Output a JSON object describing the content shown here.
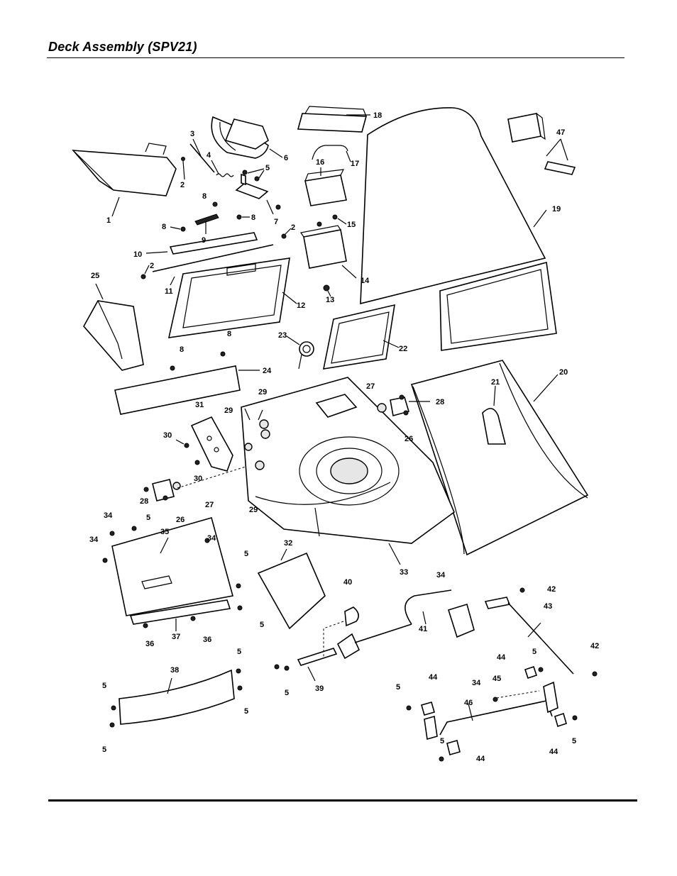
{
  "header": {
    "title": "Deck Assembly (SPV21)"
  },
  "diagram": {
    "labels": [
      {
        "id": "l1",
        "text": "1"
      },
      {
        "id": "l2a",
        "text": "2"
      },
      {
        "id": "l3",
        "text": "3"
      },
      {
        "id": "l4",
        "text": "4"
      },
      {
        "id": "l5a",
        "text": "5"
      },
      {
        "id": "l6",
        "text": "6"
      },
      {
        "id": "l7",
        "text": "7"
      },
      {
        "id": "l8a",
        "text": "8"
      },
      {
        "id": "l8b",
        "text": "8"
      },
      {
        "id": "l8c",
        "text": "8"
      },
      {
        "id": "l9",
        "text": "9"
      },
      {
        "id": "l2b",
        "text": "2"
      },
      {
        "id": "l10",
        "text": "10"
      },
      {
        "id": "l2c",
        "text": "2"
      },
      {
        "id": "l11",
        "text": "11"
      },
      {
        "id": "l12",
        "text": "12"
      },
      {
        "id": "l13",
        "text": "13"
      },
      {
        "id": "l14",
        "text": "14"
      },
      {
        "id": "l15",
        "text": "15"
      },
      {
        "id": "l16",
        "text": "16"
      },
      {
        "id": "l17",
        "text": "17"
      },
      {
        "id": "l18",
        "text": "18"
      },
      {
        "id": "l19",
        "text": "19"
      },
      {
        "id": "l20",
        "text": "20"
      },
      {
        "id": "l21",
        "text": "21"
      },
      {
        "id": "l22",
        "text": "22"
      },
      {
        "id": "l23",
        "text": "23"
      },
      {
        "id": "l8d",
        "text": "8"
      },
      {
        "id": "l8e",
        "text": "8"
      },
      {
        "id": "l24",
        "text": "24"
      },
      {
        "id": "l25",
        "text": "25"
      },
      {
        "id": "l27a",
        "text": "27"
      },
      {
        "id": "l28a",
        "text": "28"
      },
      {
        "id": "l26a",
        "text": "26"
      },
      {
        "id": "l29a",
        "text": "29"
      },
      {
        "id": "l29b",
        "text": "29"
      },
      {
        "id": "l31",
        "text": "31"
      },
      {
        "id": "l30a",
        "text": "30"
      },
      {
        "id": "l30b",
        "text": "30"
      },
      {
        "id": "l28b",
        "text": "28"
      },
      {
        "id": "l26b",
        "text": "26"
      },
      {
        "id": "l27b",
        "text": "27"
      },
      {
        "id": "l29c",
        "text": "29"
      },
      {
        "id": "l34a",
        "text": "34"
      },
      {
        "id": "l5b",
        "text": "5"
      },
      {
        "id": "l35",
        "text": "35"
      },
      {
        "id": "l34b",
        "text": "34"
      },
      {
        "id": "l34c",
        "text": "34"
      },
      {
        "id": "l5c",
        "text": "5"
      },
      {
        "id": "l32",
        "text": "32"
      },
      {
        "id": "l33",
        "text": "33"
      },
      {
        "id": "l5d",
        "text": "5"
      },
      {
        "id": "l36a",
        "text": "36"
      },
      {
        "id": "l37",
        "text": "37"
      },
      {
        "id": "l36b",
        "text": "36"
      },
      {
        "id": "l40",
        "text": "40"
      },
      {
        "id": "l34d",
        "text": "34"
      },
      {
        "id": "l41",
        "text": "41"
      },
      {
        "id": "l42a",
        "text": "42"
      },
      {
        "id": "l43",
        "text": "43"
      },
      {
        "id": "l38",
        "text": "38"
      },
      {
        "id": "l5e",
        "text": "5"
      },
      {
        "id": "l5f",
        "text": "5"
      },
      {
        "id": "l5g",
        "text": "5"
      },
      {
        "id": "l5h",
        "text": "5"
      },
      {
        "id": "l5i",
        "text": "5"
      },
      {
        "id": "l39",
        "text": "39"
      },
      {
        "id": "l44a",
        "text": "44"
      },
      {
        "id": "l5j",
        "text": "5"
      },
      {
        "id": "l42b",
        "text": "42"
      },
      {
        "id": "l45",
        "text": "45"
      },
      {
        "id": "l34e",
        "text": "34"
      },
      {
        "id": "l44b",
        "text": "44"
      },
      {
        "id": "l5k",
        "text": "5"
      },
      {
        "id": "l46",
        "text": "46"
      },
      {
        "id": "l5l",
        "text": "5"
      },
      {
        "id": "l44c",
        "text": "44"
      },
      {
        "id": "l5m",
        "text": "5"
      },
      {
        "id": "l44d",
        "text": "44"
      },
      {
        "id": "l47",
        "text": "47"
      }
    ]
  }
}
